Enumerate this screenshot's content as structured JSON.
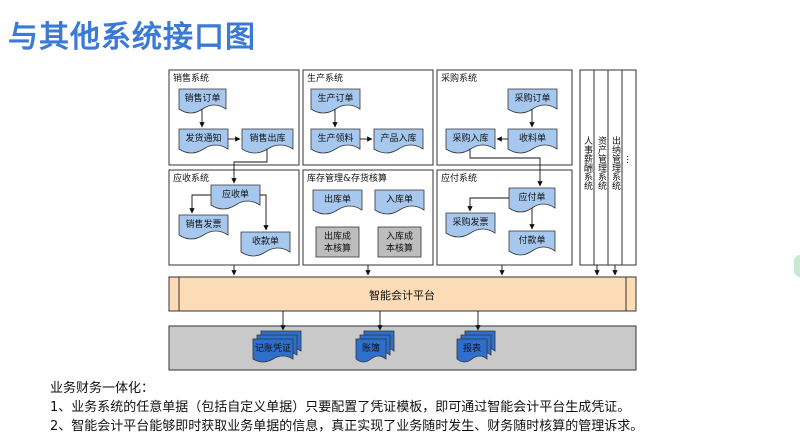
{
  "title": "与其他系统接口图",
  "panels": {
    "sales": {
      "title": "销售系统",
      "order": "销售订单",
      "delivery_notice": "发货通知",
      "outbound": "销售出库"
    },
    "production": {
      "title": "生产系统",
      "order": "生产订单",
      "picking": "生产领料",
      "inbound": "产品入库"
    },
    "purchase": {
      "title": "采购系统",
      "order": "采购订单",
      "inbound": "采购入库",
      "receipt": "收料单"
    },
    "receivable": {
      "title": "应收系统",
      "receivable_bill": "应收单",
      "sales_invoice": "销售发票",
      "collection_bill": "收款单"
    },
    "inventory": {
      "title": "库存管理&存货核算",
      "outbound_bill": "出库单",
      "inbound_bill": "入库单",
      "outbound_cost_line1": "出库成",
      "outbound_cost_line2": "本核算",
      "inbound_cost_line1": "入库成",
      "inbound_cost_line2": "本核算"
    },
    "payable": {
      "title": "应付系统",
      "payable_bill": "应付单",
      "purchase_invoice": "采购发票",
      "payment_bill": "付款单"
    }
  },
  "side_systems": {
    "hr": "人事薪酬系统",
    "asset": "资产管理系统",
    "cashier": "出纳管理系统",
    "more": "…"
  },
  "platform": {
    "label": "智能会计平台"
  },
  "outputs": {
    "voucher": "记账凭证",
    "ledger": "账簿",
    "report": "报表"
  },
  "footer": {
    "heading": "业务财务一体化：",
    "line1": "1、业务系统的任意单据（包括自定义单据）只要配置了凭证模板，即可通过智能会计平台生成凭证。",
    "line2": "2、智能会计平台能够即时获取业务单据的信息，真正实现了业务随时发生、财务随时核算的管理诉求。"
  },
  "colors": {
    "title": "#3a7ad5",
    "document_fill": "#a6c8ee",
    "cost_box_fill": "#bdbdbd",
    "platform_fill": "#fbdcb6",
    "output_band_fill": "#c9c9c9",
    "output_doc_fill": "#2e6fcb"
  }
}
